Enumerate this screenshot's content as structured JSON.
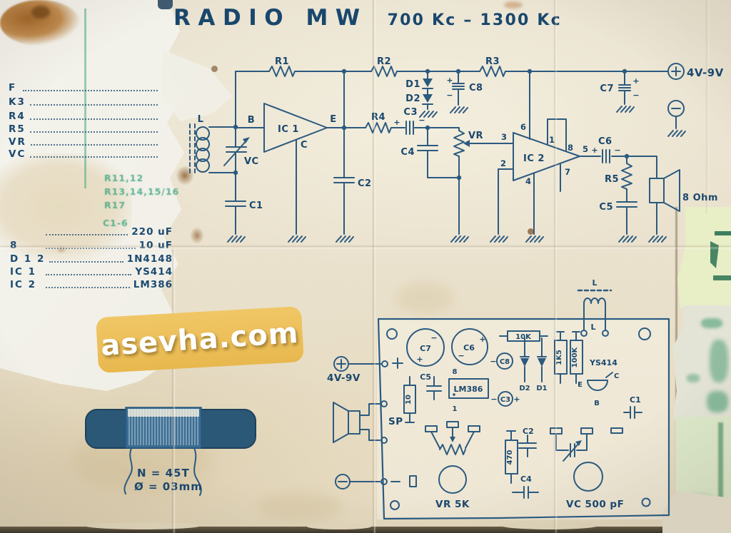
{
  "title": {
    "name": "RADIO MW",
    "range": "700 Kc – 1300 Kc"
  },
  "polarity": {
    "plus": "+",
    "minus": "−"
  },
  "parts_list_top": {
    "rows": [
      {
        "label": "F"
      },
      {
        "label": "K3"
      },
      {
        "label": "R4"
      },
      {
        "label": "R5"
      },
      {
        "label": "VR"
      },
      {
        "label": "VC"
      }
    ]
  },
  "ghost_list": {
    "rows": [
      "R11,12",
      "R13,14,15/16",
      "R17",
      "C1-6"
    ]
  },
  "parts_list_bottom": {
    "rows": [
      {
        "label": "",
        "value": "220 uF"
      },
      {
        "label": "8",
        "value": "10 uF"
      },
      {
        "label": "D 1 2",
        "value": "1N4148"
      },
      {
        "label": "IC 1",
        "value": "YS414"
      },
      {
        "label": "IC 2",
        "value": "LM386"
      }
    ]
  },
  "watermark": {
    "text": "asevha.com"
  },
  "coil_note": {
    "turns": "N = 45T",
    "wire": "Ø = 03mm"
  },
  "schematic": {
    "labels": {
      "r1": "R1",
      "r2": "R2",
      "r3": "R3",
      "r4": "R4",
      "r5": "R5",
      "c1": "C1",
      "c2": "C2",
      "c3": "C3",
      "c4": "C4",
      "c5": "C5",
      "c6": "C6",
      "c7": "C7",
      "c8": "C8",
      "d1": "D1",
      "d2": "D2",
      "l": "L",
      "vc": "VC",
      "vr": "VR",
      "ic1": "IC 1",
      "ic2": "IC 2",
      "b": "B",
      "e": "E",
      "c": "C",
      "supply": "4V-9V",
      "speaker": "8 Ohm",
      "pin1": "1",
      "pin2": "2",
      "pin3": "3",
      "pin4": "4",
      "pin5": "5",
      "pin6": "6",
      "pin7": "7",
      "pin8": "8"
    }
  },
  "pcb": {
    "labels": {
      "supply": "4V-9V",
      "sp": "SP",
      "l": "L",
      "c1": "C1",
      "c2": "C2",
      "c3": "C3",
      "c4": "C4",
      "c5": "C5",
      "c6": "C6",
      "c7": "C7",
      "c8": "C8",
      "r10k": "10K",
      "r1k5": "1K5",
      "r100k": "100K",
      "r10": "10",
      "r470": "470",
      "d1": "D1",
      "d2": "D2",
      "ys414": "YS414",
      "lm386": "LM386",
      "e": "E",
      "c": "C",
      "b": "B",
      "vr": "VR 5K",
      "vc": "VC 500 pF",
      "pin1": "1",
      "pin8": "8"
    }
  },
  "colors": {
    "ink": "#2b5a7f",
    "label_ink": "#1b486e",
    "paper": "#eae2ce",
    "watermark_bg": "#ecc05a",
    "ghost_green": "#35a27e"
  }
}
